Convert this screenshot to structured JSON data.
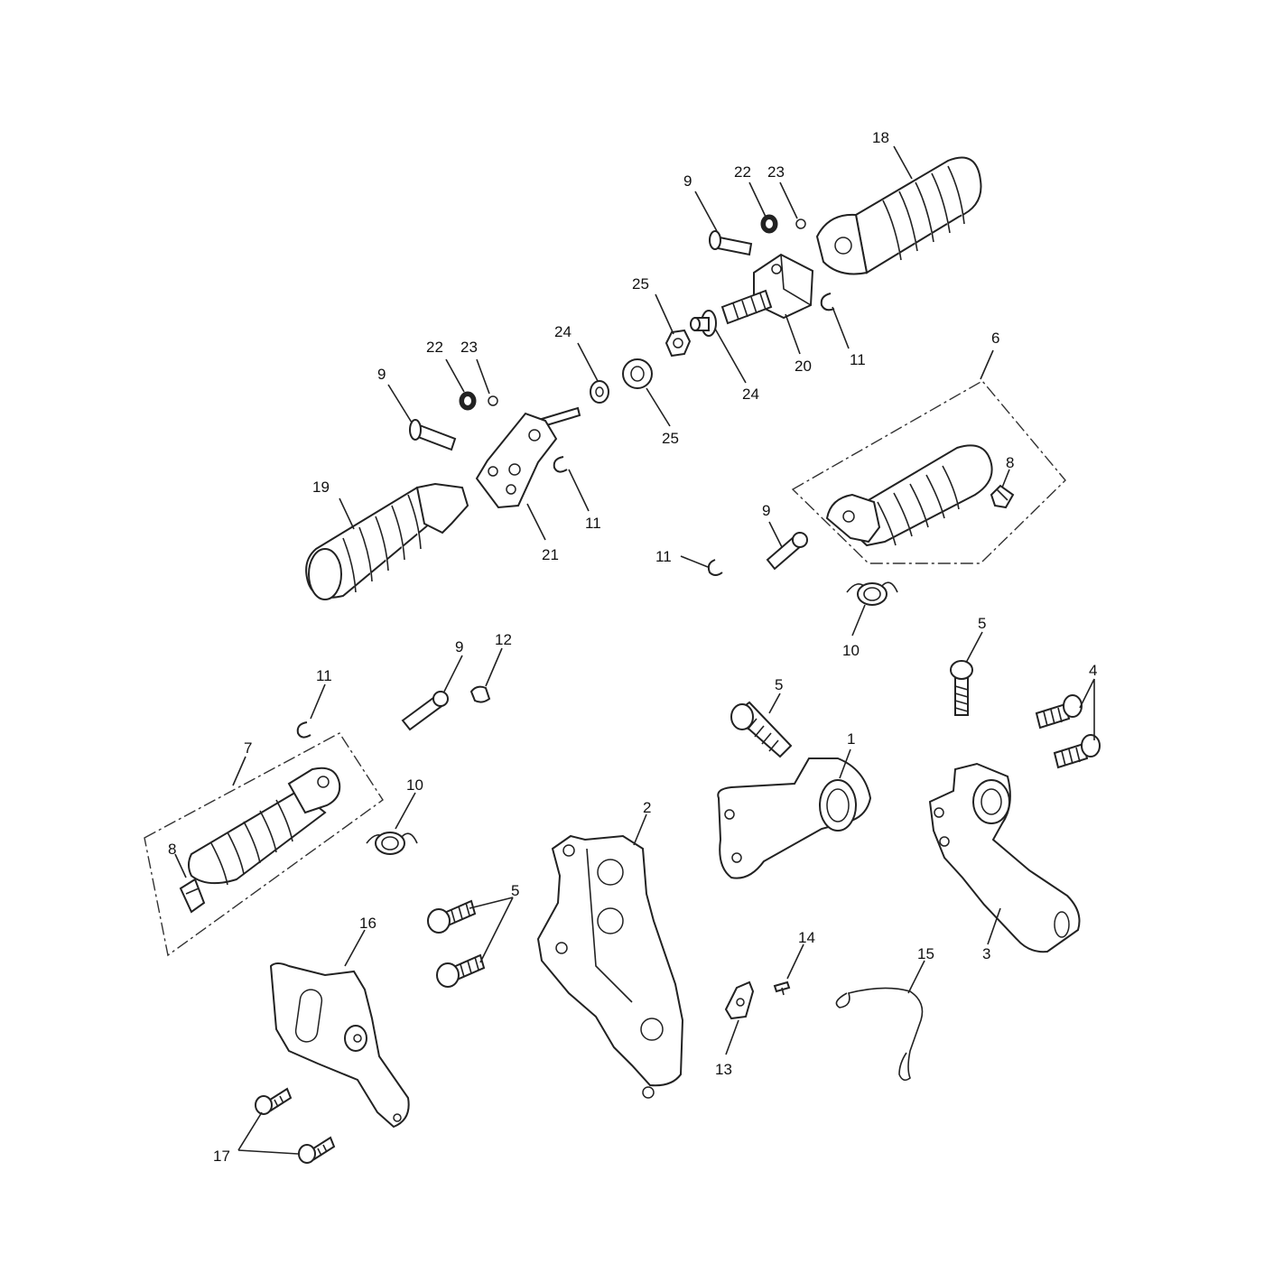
{
  "diagram": {
    "callouts": {
      "c1": "1",
      "c2": "2",
      "c3": "3",
      "c4": "4",
      "c5a": "5",
      "c5b": "5",
      "c5c": "5",
      "c6": "6",
      "c7": "7",
      "c8a": "8",
      "c8b": "8",
      "c9a": "9",
      "c9b": "9",
      "c9c": "9",
      "c9d": "9",
      "c10a": "10",
      "c10b": "10",
      "c11a": "11",
      "c11b": "11",
      "c11c": "11",
      "c11d": "11",
      "c12": "12",
      "c13": "13",
      "c14": "14",
      "c15": "15",
      "c16": "16",
      "c17": "17",
      "c18": "18",
      "c19": "19",
      "c20": "20",
      "c21": "21",
      "c22a": "22",
      "c22b": "22",
      "c23a": "23",
      "c23b": "23",
      "c24a": "24",
      "c24b": "24",
      "c25a": "25",
      "c25b": "25"
    }
  }
}
